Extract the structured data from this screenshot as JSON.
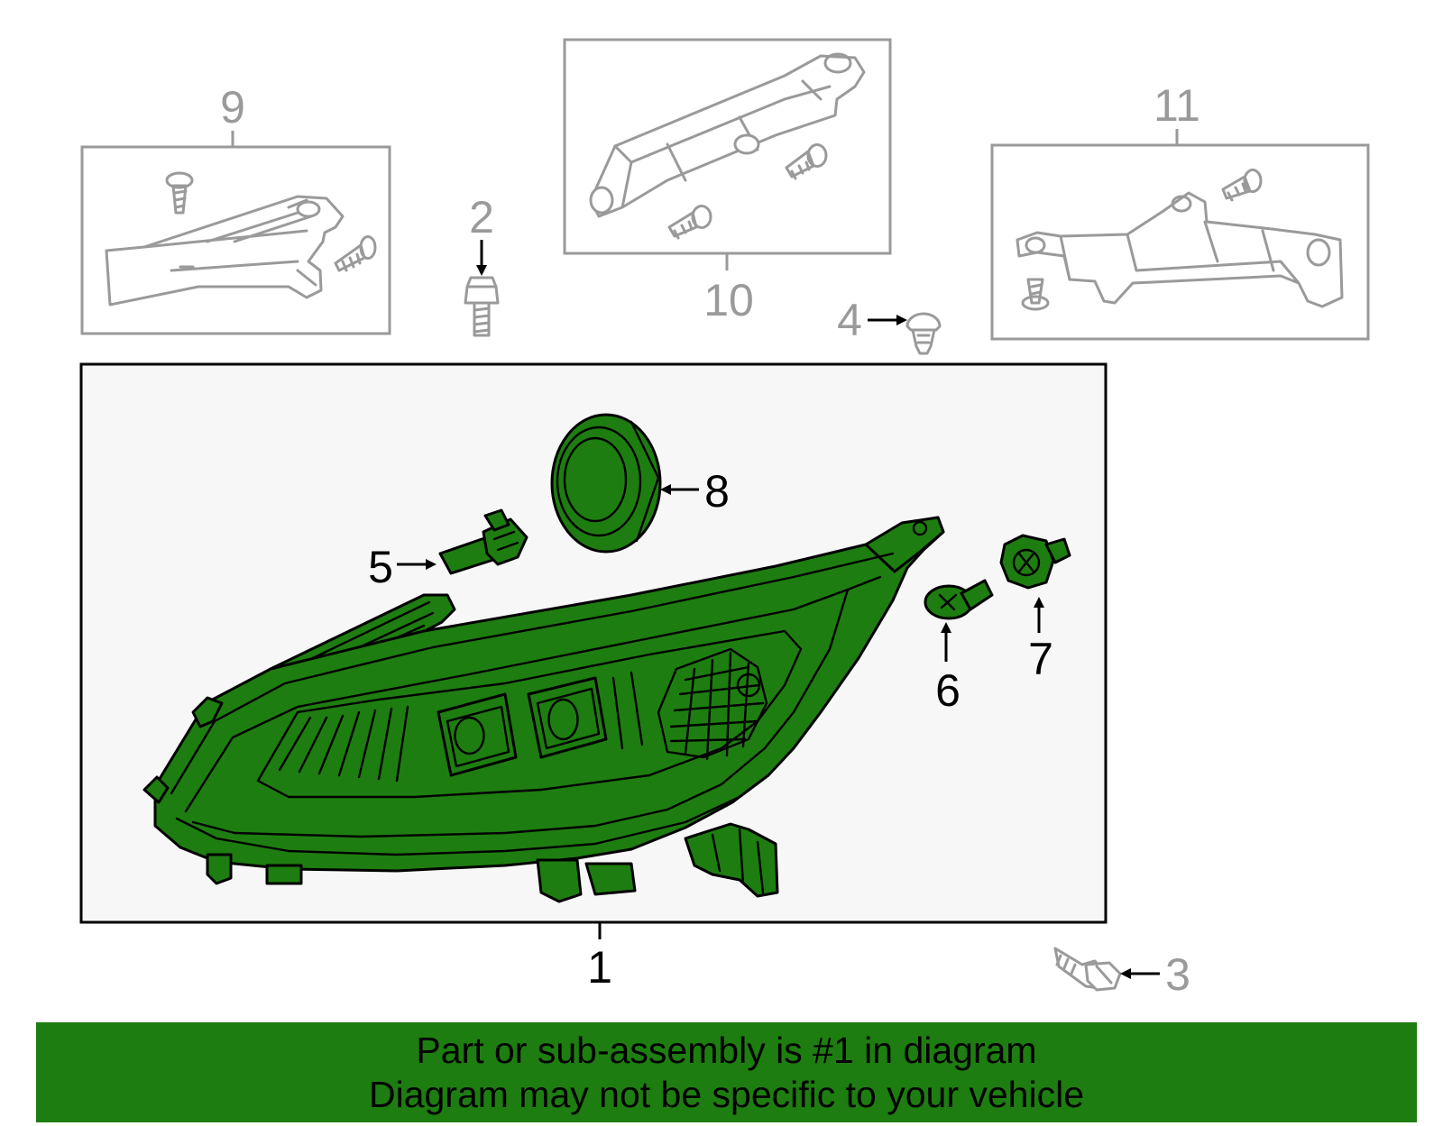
{
  "diagram": {
    "callouts": {
      "c1": "1",
      "c2": "2",
      "c3": "3",
      "c4": "4",
      "c5": "5",
      "c6": "6",
      "c7": "7",
      "c8": "8",
      "c9": "9",
      "c10": "10",
      "c11": "11"
    },
    "colors": {
      "highlight": "#1e7d10",
      "main_outline": "#000000",
      "secondary_outline": "#9a9a9a",
      "assembly_box_fill": "#f7f7f7"
    }
  },
  "banner": {
    "line1": "Part or sub-assembly is #1 in diagram",
    "line2": "Diagram may not be specific to your vehicle",
    "background": "#1e7d10"
  }
}
